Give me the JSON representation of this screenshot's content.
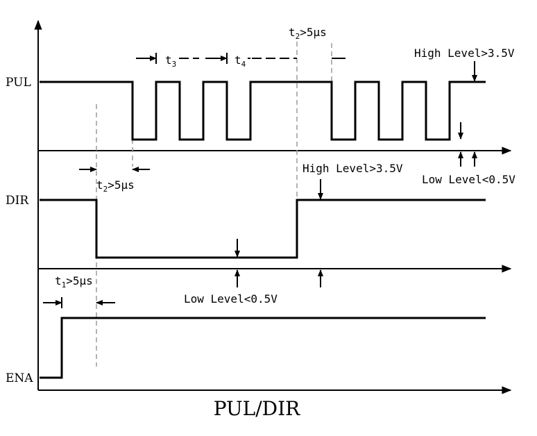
{
  "signals": {
    "pul": "PUL",
    "dir": "DIR",
    "ena": "ENA"
  },
  "annotations": {
    "t3": "t",
    "t3_sub": "3",
    "t4": "t",
    "t4_sub": "4",
    "t2_top": "t",
    "t2_top_sub": "2",
    "t2_top_rest": ">5µs",
    "t2_left": "t",
    "t2_left_sub": "2",
    "t2_left_rest": ">5µs",
    "t1": "t",
    "t1_sub": "1",
    "t1_rest": ">5µs",
    "pul_high": "High Level>3.5V",
    "pul_low": "Low Level<0.5V",
    "dir_high": "High Level>3.5V",
    "dir_low": "Low Level<0.5V"
  },
  "title": "PUL/DIR"
}
